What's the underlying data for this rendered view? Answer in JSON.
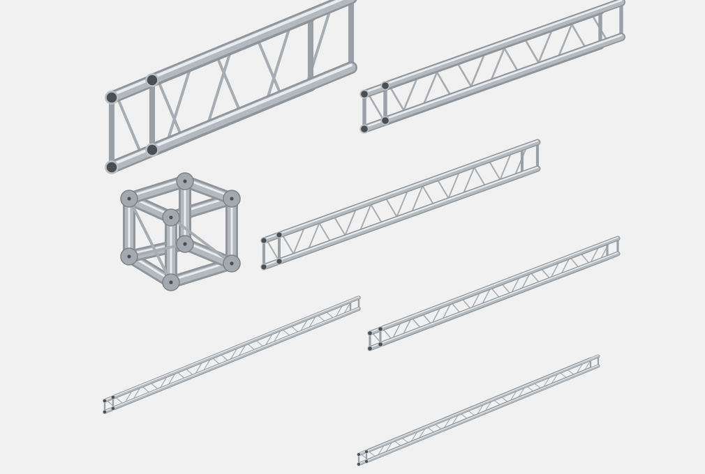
{
  "scene": {
    "background": "#f1f1f1",
    "metal_color": "#b4b9bd",
    "metal_shadow": "#8f959a",
    "metal_highlight": "#e9ecee",
    "objects": [
      "truss-segment-large",
      "truss-segment-long-top-right",
      "truss-corner-block",
      "truss-segment-medium-center",
      "truss-segment-lower-right",
      "truss-segment-lower-left",
      "truss-segment-bottom-right"
    ]
  }
}
